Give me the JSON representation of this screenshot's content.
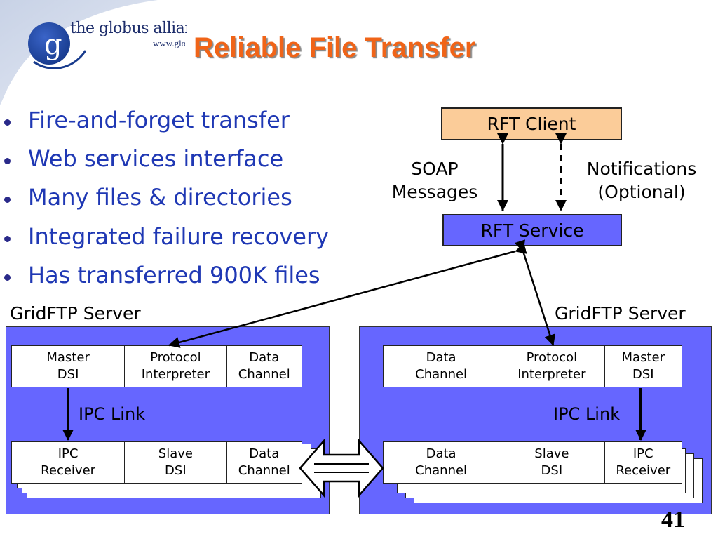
{
  "logo": {
    "org_text": "the globus alliance",
    "url_text": "www.globus.org",
    "mark_letter": "g",
    "icon": "globus-logo-icon"
  },
  "title": "Reliable File Transfer",
  "bullets": [
    "Fire-and-forget transfer",
    "Web services interface",
    "Many files & directories",
    "Integrated failure recovery",
    "Has transferred 900K files"
  ],
  "diagram": {
    "rft_client": "RFT Client",
    "rft_service": "RFT Service",
    "soap_label": "SOAP\nMessages",
    "notifications_label": "Notifications\n(Optional)",
    "left_server": {
      "title": "GridFTP Server",
      "top_row": [
        "Master\nDSI",
        "Protocol\nInterpreter",
        "Data\nChannel"
      ],
      "ipc_link": "IPC Link",
      "bottom_row": [
        "IPC\nReceiver",
        "Slave\nDSI",
        "Data\nChannel"
      ]
    },
    "right_server": {
      "title": "GridFTP Server",
      "top_row": [
        "Data\nChannel",
        "Protocol\nInterpreter",
        "Master\nDSI"
      ],
      "ipc_link": "IPC Link",
      "bottom_row": [
        "Data\nChannel",
        "Slave\nDSI",
        "IPC\nReceiver"
      ]
    },
    "colors": {
      "panel": "#6666ff",
      "client_box": "#fbcc99",
      "title": "#f06418",
      "bullet_text": "#1f38b4"
    }
  },
  "page_number": "41"
}
